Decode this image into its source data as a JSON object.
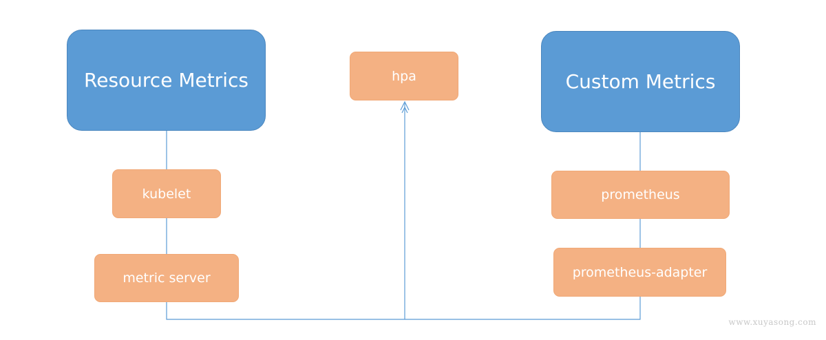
{
  "diagram": {
    "nodes": {
      "resource_metrics": "Resource Metrics",
      "custom_metrics": "Custom Metrics",
      "hpa": "hpa",
      "kubelet": "kubelet",
      "metric_server": "metric server",
      "prometheus": "prometheus",
      "prometheus_adapter": "prometheus-adapter"
    },
    "edges": [
      {
        "from": "resource_metrics",
        "to": "kubelet",
        "arrow": false
      },
      {
        "from": "kubelet",
        "to": "metric_server",
        "arrow": false
      },
      {
        "from": "custom_metrics",
        "to": "prometheus",
        "arrow": false
      },
      {
        "from": "prometheus",
        "to": "prometheus_adapter",
        "arrow": false
      },
      {
        "from": "metric_server",
        "to": "hpa",
        "arrow": true
      },
      {
        "from": "prometheus_adapter",
        "to": "hpa",
        "arrow": true
      }
    ],
    "colors": {
      "category_box": "#5b9bd5",
      "component_box": "#f4b183",
      "connector": "#5b9bd5",
      "text": "#ffffff"
    }
  },
  "watermark": "www.xuyasong.com"
}
